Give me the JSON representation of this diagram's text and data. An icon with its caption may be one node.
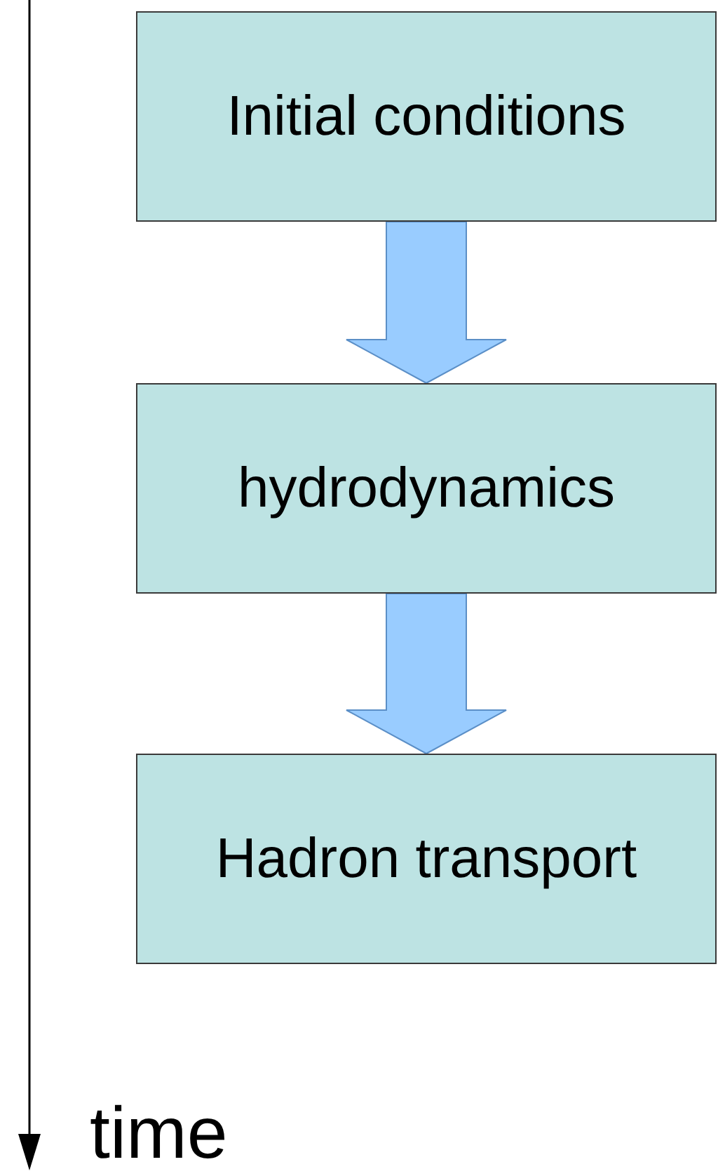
{
  "diagram": {
    "nodes": [
      {
        "text": [
          "Initial conditions"
        ]
      },
      {
        "text": [
          "hydrodynamics"
        ]
      },
      {
        "text": [
          "Hadron transport"
        ]
      }
    ],
    "edges": [
      {
        "from": 0,
        "to": 1,
        "arrow": "to"
      },
      {
        "from": 1,
        "to": 2,
        "arrow": "to"
      }
    ],
    "labels": [
      "time"
    ]
  }
}
